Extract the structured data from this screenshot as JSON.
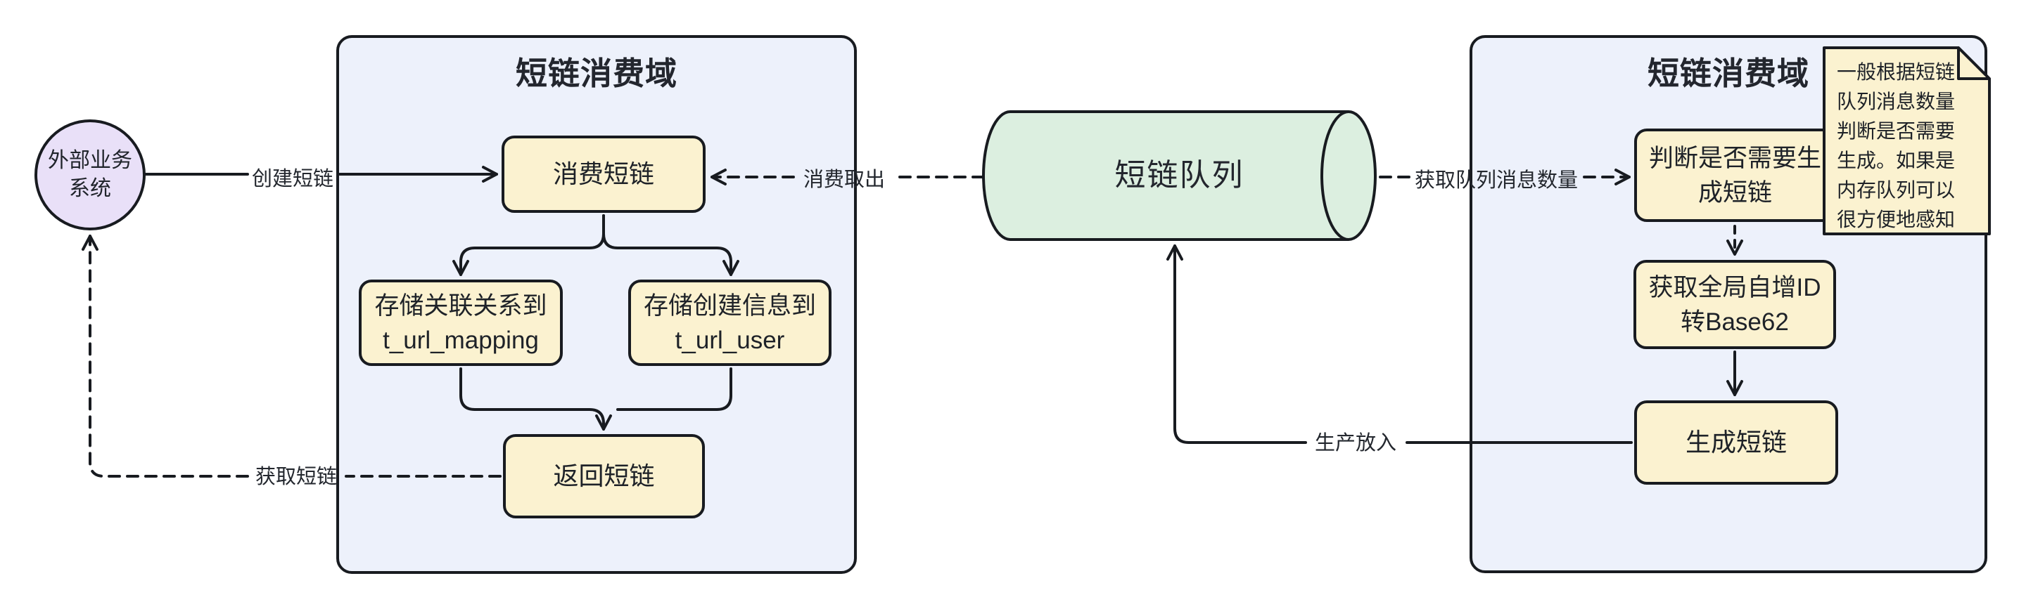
{
  "diagram": {
    "type": "flow-architecture",
    "background": "#ffffff",
    "colors": {
      "domain_fill": "#edf1fb",
      "process_fill": "#fbf2d0",
      "queue_fill": "#dcefe0",
      "actor_fill": "#e9e0f8",
      "stroke": "#181b20",
      "text": "#1e2228"
    }
  },
  "nodes": {
    "external_system": {
      "label": "外部业务\n系统"
    },
    "consumer_domain": {
      "title": "短链消费域"
    },
    "consume_short_link": {
      "label": "消费短链"
    },
    "store_mapping": {
      "label": "存储关联关系到\nt_url_mapping"
    },
    "store_user": {
      "label": "存储创建信息到\nt_url_user"
    },
    "return_short_link": {
      "label": "返回短链"
    },
    "queue": {
      "label": "短链队列"
    },
    "producer_domain": {
      "title": "短链消费域"
    },
    "judge_generate": {
      "label": "判断是否需要生\n成短链"
    },
    "get_global_id": {
      "label": "获取全局自增ID\n转Base62"
    },
    "generate_short_link": {
      "label": "生成短链"
    },
    "note": {
      "text": "一般根据短链\n队列消息数量\n判断是否需要\n生成。如果是\n内存队列可以\n很方便地感知"
    }
  },
  "edge_labels": {
    "create_short_link": "创建短链",
    "consume_out": "消费取出",
    "get_queue_count": "获取队列消息数量",
    "produce_in": "生产放入",
    "get_short_link": "获取短链"
  }
}
